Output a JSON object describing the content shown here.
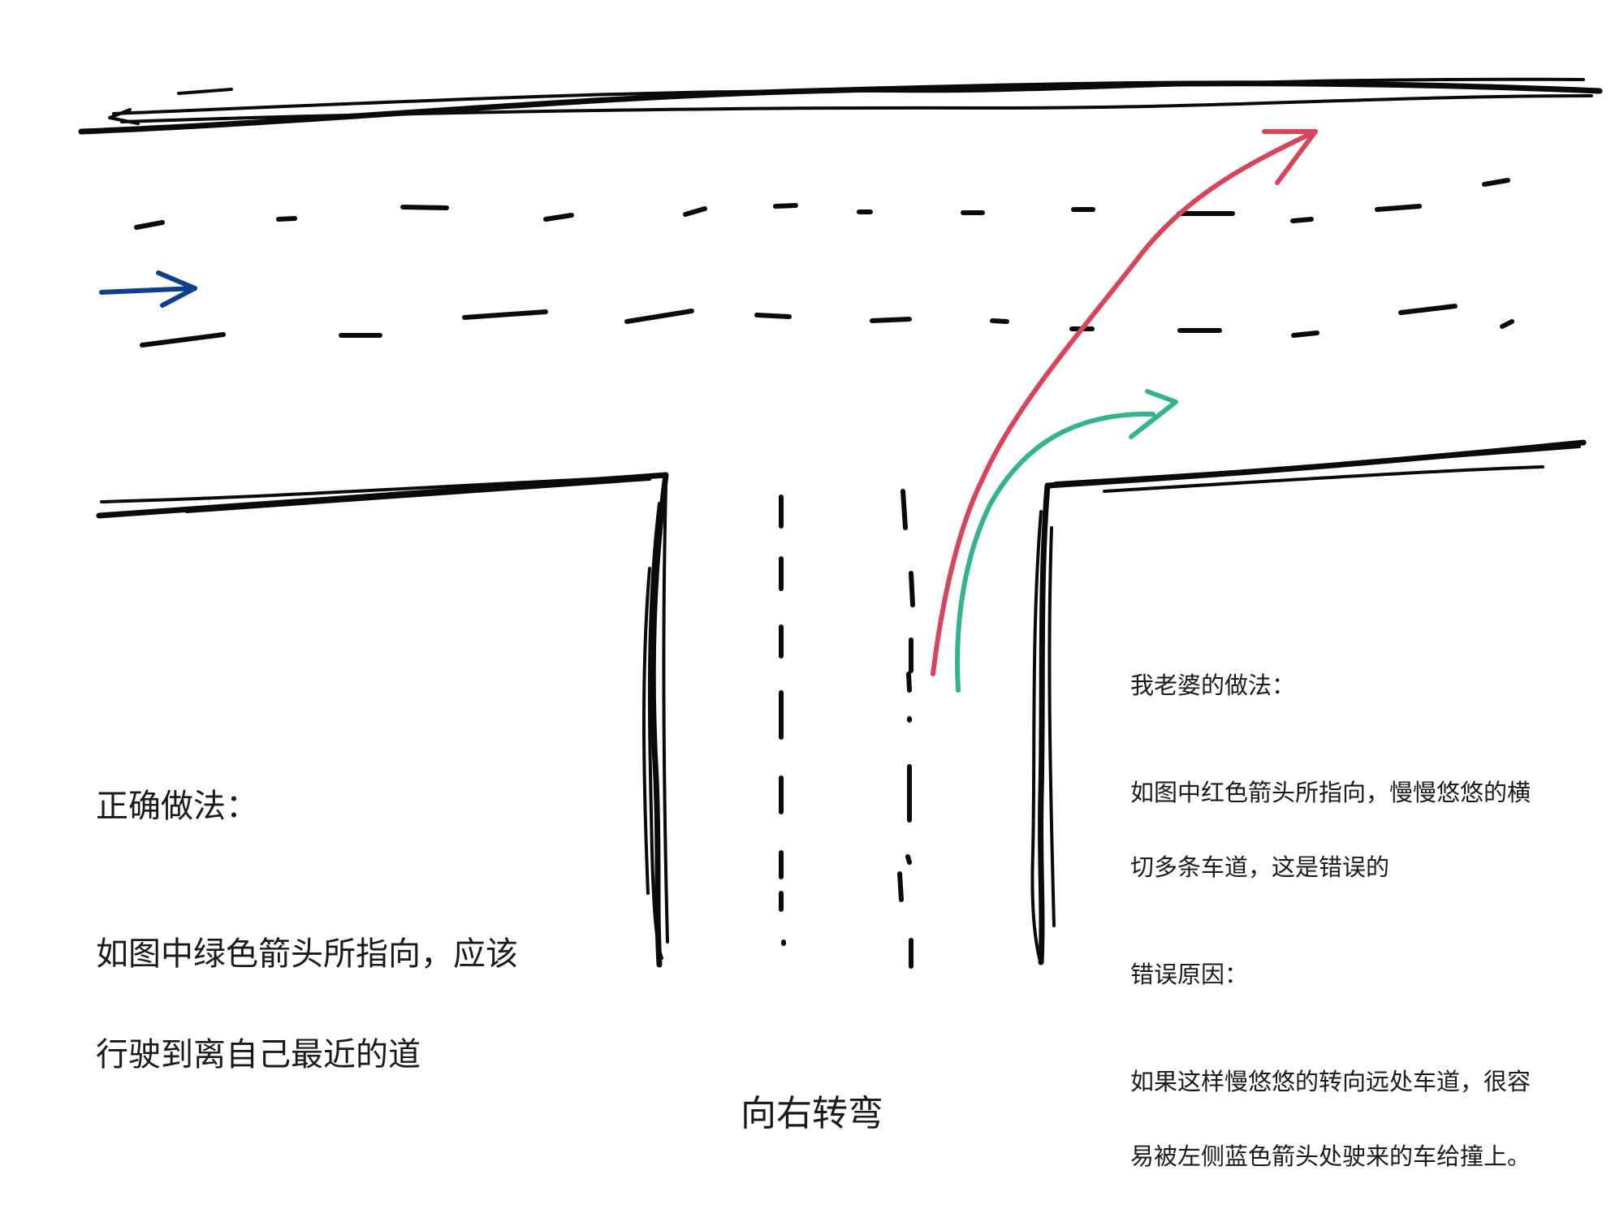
{
  "caption": "向右转弯",
  "correct_method": {
    "title": "正确做法：",
    "lines": [
      "如图中绿色箭头所指向，应该",
      "行驶到离自己最近的道"
    ]
  },
  "wife_method": {
    "title": "我老婆的做法：",
    "description_lines": [
      "如图中红色箭头所指向，慢慢悠悠的横",
      "切多条车道，这是错误的"
    ],
    "reason_title": "错误原因：",
    "reason_lines": [
      "如果这样慢悠悠的转向远处车道，很容",
      "易被左侧蓝色箭头处驶来的车给撞上。"
    ]
  },
  "colors": {
    "correct_arrow": "#33b38f",
    "wrong_arrow": "#d94558",
    "traffic_arrow": "#0d3f8c",
    "road_lines": "#0a0a0a"
  },
  "icons": {
    "correct_arrow": "green-arrow-icon",
    "wrong_arrow": "red-arrow-icon",
    "traffic_arrow": "blue-arrow-icon"
  }
}
